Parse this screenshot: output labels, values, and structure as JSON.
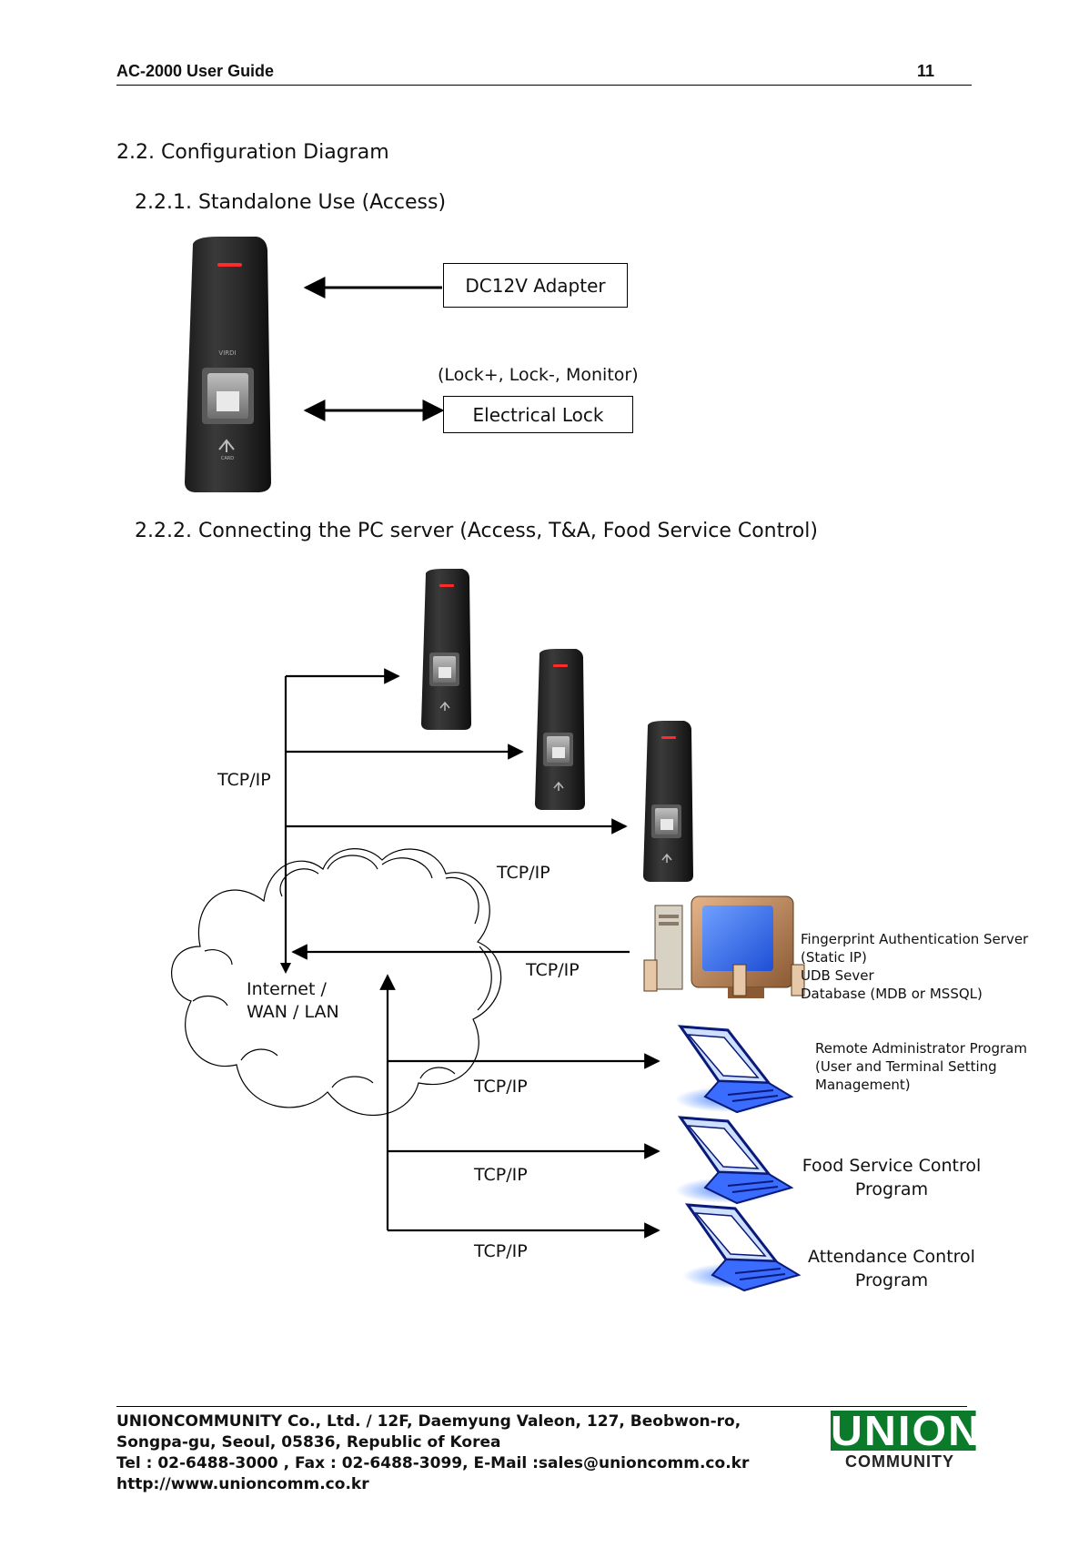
{
  "header": {
    "title": "AC-2000 User Guide",
    "page_number": "11"
  },
  "section": {
    "title": "2.2. Configuration Diagram",
    "standalone": {
      "title": "2.2.1. Standalone Use (Access)",
      "adapter_label": "DC12V Adapter",
      "lock_signals": "(Lock+, Lock-, Monitor)",
      "lock_label": "Electrical Lock"
    },
    "pc_server": {
      "title": "2.2.2. Connecting the PC server (Access, T&A, Food Service Control)",
      "tcpip_labels": [
        "TCP/IP",
        "TCP/IP",
        "TCP/IP",
        "TCP/IP",
        "TCP/IP",
        "TCP/IP"
      ],
      "network_label_line1": "Internet /",
      "network_label_line2": "WAN / LAN",
      "server": {
        "line1": "Fingerprint Authentication Server",
        "line2": "(Static IP)",
        "line3": "UDB Sever",
        "line4": "Database (MDB or MSSQL)"
      },
      "remote_admin": {
        "line1": "Remote Administrator Program",
        "line2": "(User and Terminal Setting",
        "line3": "Management)"
      },
      "food_service": {
        "line1": "Food Service Control",
        "line2": "Program"
      },
      "attendance": {
        "line1": "Attendance Control",
        "line2": "Program"
      }
    }
  },
  "device": {
    "brand_text": "VIRDI",
    "card_text": "CARD"
  },
  "footer": {
    "line1": "UNIONCOMMUNITY Co., Ltd. / 12F, Daemyung Valeon, 127, Beobwon-ro,",
    "line2": "Songpa-gu, Seoul, 05836, Republic of Korea",
    "line3": "Tel : 02-6488-3000 , Fax : 02-6488-3099, E-Mail :sales@unioncomm.co.kr",
    "line4": "http://www.unioncomm.co.kr",
    "logo_top": "UNION",
    "logo_bottom": "COMMUNITY"
  }
}
